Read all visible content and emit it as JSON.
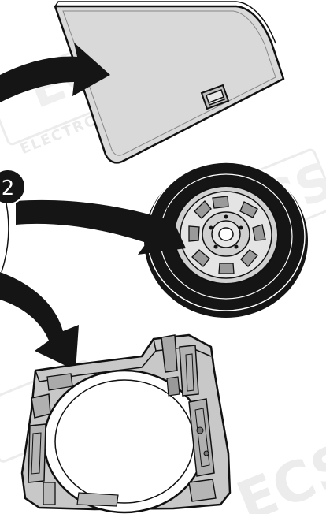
{
  "diagram": {
    "callouts": [
      {
        "id": "2",
        "text": "2"
      }
    ],
    "watermark": {
      "text_fragments": [
        "ECS",
        "ELECTRONICS",
        "ECS",
        "ECS"
      ]
    },
    "parts": [
      {
        "name": "trunk-floor-cover",
        "icon": "floor-panel-icon"
      },
      {
        "name": "spare-wheel",
        "icon": "wheel-icon"
      },
      {
        "name": "foam-tool-tray",
        "icon": "tool-tray-icon"
      }
    ],
    "colors": {
      "outline": "#111111",
      "panel_fill": "#d9d9d9",
      "tray_fill": "#c8c8c8",
      "tire_fill": "#151515",
      "watermark": "#ededed"
    }
  }
}
